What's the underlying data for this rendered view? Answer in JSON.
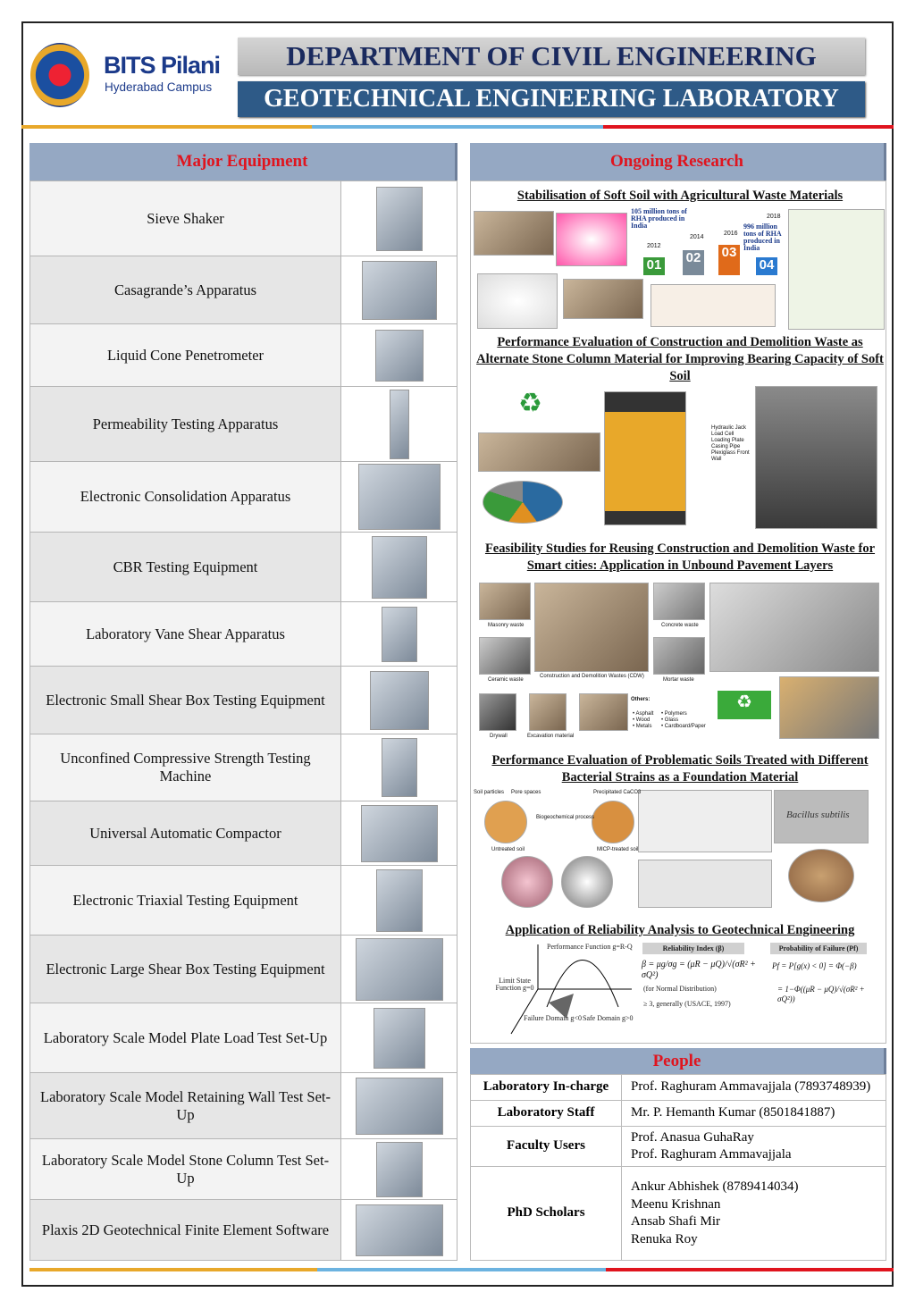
{
  "header": {
    "logo_title": "BITS Pilani",
    "logo_subtitle": "Hyderabad Campus",
    "department": "DEPARTMENT OF CIVIL ENGINEERING",
    "lab": "GEOTECHNICAL ENGINEERING LABORATORY"
  },
  "colors": {
    "gold": "#e8a82a",
    "blue": "#6cb3e0",
    "red": "#e0141e",
    "navy": "#2e5a87"
  },
  "equipment": {
    "heading": "Major Equipment",
    "items": [
      "Sieve Shaker",
      "Casagrande’s Apparatus",
      "Liquid Cone Penetrometer",
      "Permeability Testing Apparatus",
      "Electronic Consolidation Apparatus",
      "CBR Testing Equipment",
      "Laboratory Vane Shear Apparatus",
      "Electronic Small Shear Box Testing Equipment",
      "Unconfined Compressive Strength Testing Machine",
      "Universal Automatic Compactor",
      "Electronic Triaxial Testing Equipment",
      "Electronic Large Shear Box Testing Equipment",
      "Laboratory Scale Model Plate Load Test Set-Up",
      "Laboratory Scale Model Retaining Wall Test Set-Up",
      "Laboratory Scale Model Stone Column Test Set-Up",
      "Plaxis 2D Geotechnical Finite Element Software"
    ]
  },
  "research": {
    "heading": "Ongoing Research",
    "projects": [
      {
        "title": "Stabilisation of Soft Soil with Agricultural Waste Materials",
        "notes": [
          "105 million tons of RHA produced in India",
          "996 million tons of RHA produced in India",
          "2012",
          "2014",
          "2016",
          "2018",
          "01",
          "02",
          "03",
          "04"
        ]
      },
      {
        "title": "Performance Evaluation of Construction and Demolition Waste as Alternate Stone Column Material for Improving Bearing Capacity of Soft Soil",
        "notes": [
          "Hydraulic Jack",
          "Load Cell",
          "Loading Plate",
          "Casing Pipe",
          "Plexiglass Front Wall"
        ]
      },
      {
        "title": "Feasibility Studies for Reusing Construction and Demolition Waste for Smart cities: Application in Unbound Pavement Layers",
        "notes": [
          "Masonry waste",
          "Concrete waste",
          "Ceramic waste",
          "Construction and Demolition Wastes (CDW)",
          "Mortar waste",
          "Drywall",
          "Excavation material",
          "Others:",
          "Asphalt",
          "Wood",
          "Metals",
          "Polymers",
          "Glass",
          "Cardboard/Paper"
        ]
      },
      {
        "title": "Performance Evaluation of Problematic Soils Treated with Different Bacterial Strains as a Foundation Material",
        "notes": [
          "Soil particles",
          "Pore spaces",
          "Precipitated CaCO3",
          "Biogeochemical process",
          "Untreated soil",
          "MICP-treated soil",
          "Bacillus subtilis"
        ]
      },
      {
        "title": "Application of Reliability Analysis to Geotechnical Engineering",
        "notes": [
          "Performance Function g=R-Q",
          "Limit State Function g=0",
          "Failure Domain g<0",
          "Safe Domain g>0",
          "Reliability Index (β)",
          "β = μg/σg = (μR − μQ)/√(σR² + σQ²)",
          "(for Normal Distribution)",
          "≥ 3, generally (USACE, 1997)",
          "Probability of Failure (Pf)",
          "Pf = P[g(x) < 0] = Φ(−β)",
          "= 1−Φ((μR − μQ)/√(σR² + σQ²))"
        ]
      }
    ]
  },
  "people": {
    "heading": "People",
    "rows": [
      {
        "label": "Laboratory In-charge",
        "lines": [
          "Prof. Raghuram Ammavajjala (7893748939)"
        ]
      },
      {
        "label": "Laboratory Staff",
        "lines": [
          "Mr. P. Hemanth Kumar (8501841887)"
        ]
      },
      {
        "label": "Faculty Users",
        "lines": [
          "Prof. Anasua GuhaRay",
          "Prof. Raghuram Ammavajjala"
        ]
      },
      {
        "label": "PhD Scholars",
        "lines": [
          "Ankur Abhishek (8789414034)",
          "Meenu Krishnan",
          "Ansab Shafi Mir",
          "Renuka Roy"
        ]
      }
    ]
  }
}
